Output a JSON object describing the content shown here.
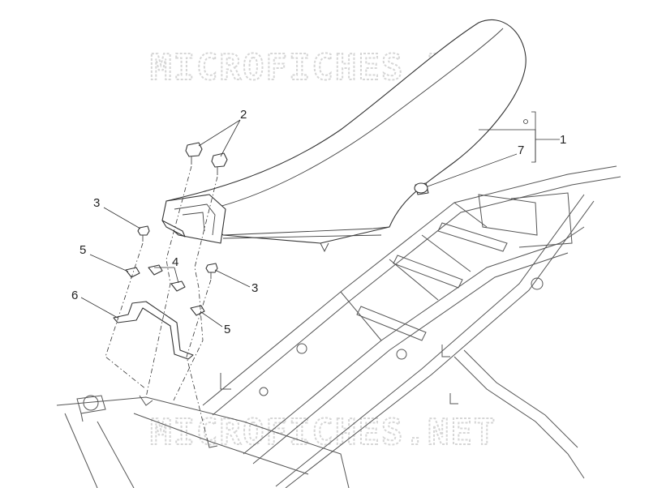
{
  "watermark": {
    "top": "MICROFICHES.NET",
    "bottom": "MICROFICHES.NET"
  },
  "callouts": [
    {
      "id": "1",
      "label": "1"
    },
    {
      "id": "2",
      "label": "2"
    },
    {
      "id": "3a",
      "label": "3"
    },
    {
      "id": "3b",
      "label": "3"
    },
    {
      "id": "4",
      "label": "4"
    },
    {
      "id": "5a",
      "label": "5"
    },
    {
      "id": "5b",
      "label": "5"
    },
    {
      "id": "6",
      "label": "6"
    },
    {
      "id": "7",
      "label": "7"
    }
  ]
}
